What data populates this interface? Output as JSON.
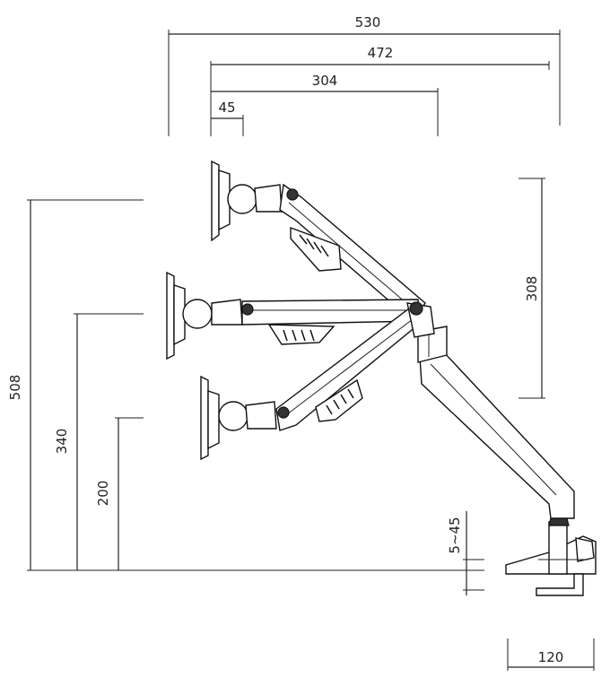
{
  "dimensions": {
    "overall_reach": "530",
    "arm_reach": "472",
    "forearm_reach": "304",
    "head_offset": "45",
    "max_height": "508",
    "mid_height": "340",
    "min_height": "200",
    "vertical_travel": "308",
    "desk_thickness": "5~45",
    "clamp_depth": "120"
  }
}
